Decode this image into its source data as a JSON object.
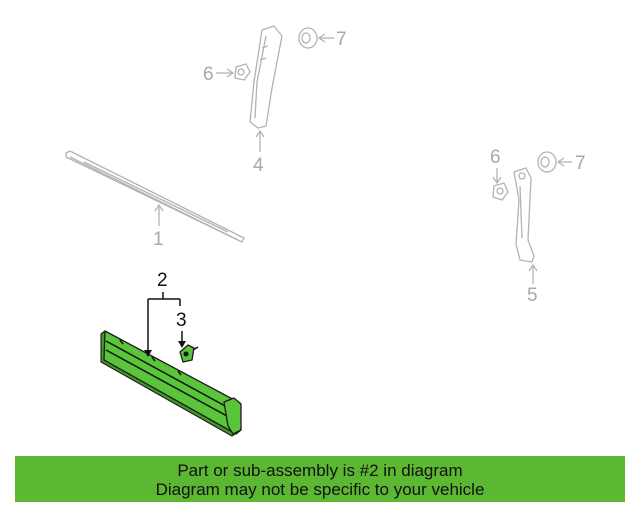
{
  "diagram": {
    "callouts": {
      "c1": "1",
      "c2": "2",
      "c3": "3",
      "c4": "4",
      "c5": "5",
      "c6a": "6",
      "c6b": "6",
      "c7a": "7",
      "c7b": "7"
    },
    "highlighted_part": "2",
    "colors": {
      "highlight": "#5ac43a",
      "banner": "#5cb833",
      "faded": "#b3b3b3"
    }
  },
  "banner": {
    "line1": "Part or sub-assembly is #2 in diagram",
    "line2": "Diagram may not be specific to your vehicle"
  }
}
